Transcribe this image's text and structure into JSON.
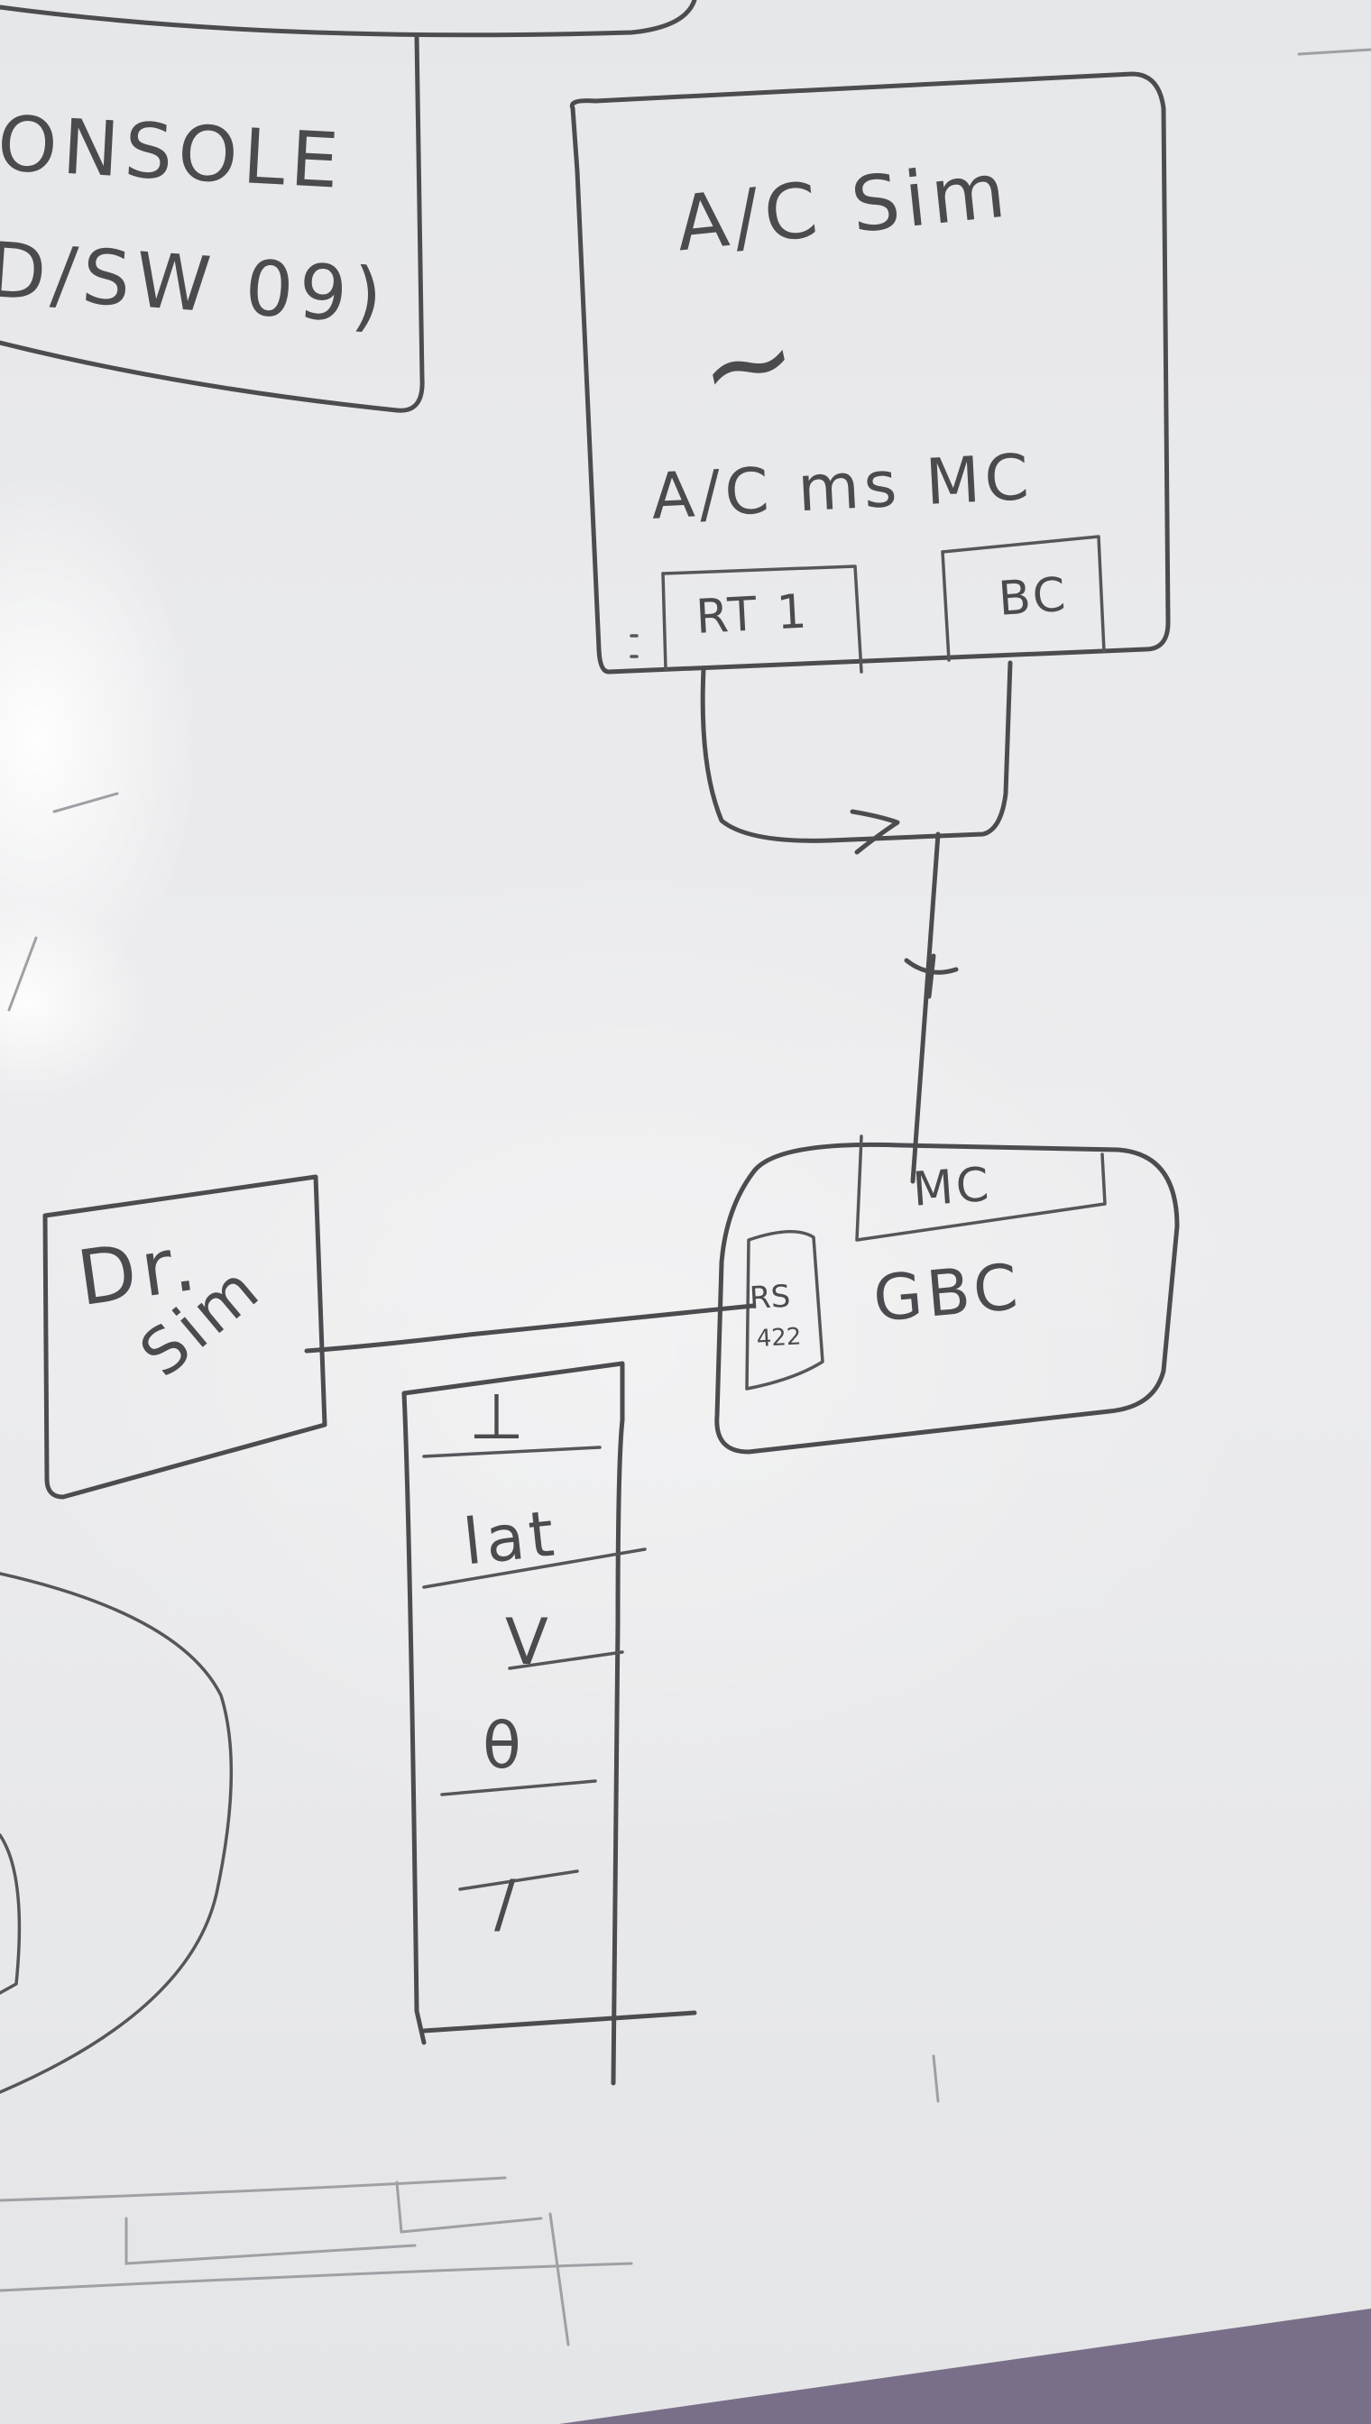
{
  "whiteboard": {
    "console_box": {
      "line1": "ONSOLE",
      "line2": "D/SW 09)"
    },
    "ac_sim_box": {
      "title": "A/C Sim",
      "squiggle": "~",
      "subtitle": "A/C ms MC",
      "rt_port": "RT 1",
      "bc_port": "BC"
    },
    "gbc_box": {
      "mc_label": "MC",
      "title": "GBC",
      "port_top": "RS",
      "port_bottom": "422"
    },
    "dr_box": {
      "line1": "Dr.",
      "line2": "Sim"
    },
    "list": {
      "rows": [
        "⊥",
        "lat",
        "V",
        "θ",
        "/"
      ]
    }
  },
  "colors": {
    "board": "#e9eaec",
    "marker": "#4c4c50"
  }
}
